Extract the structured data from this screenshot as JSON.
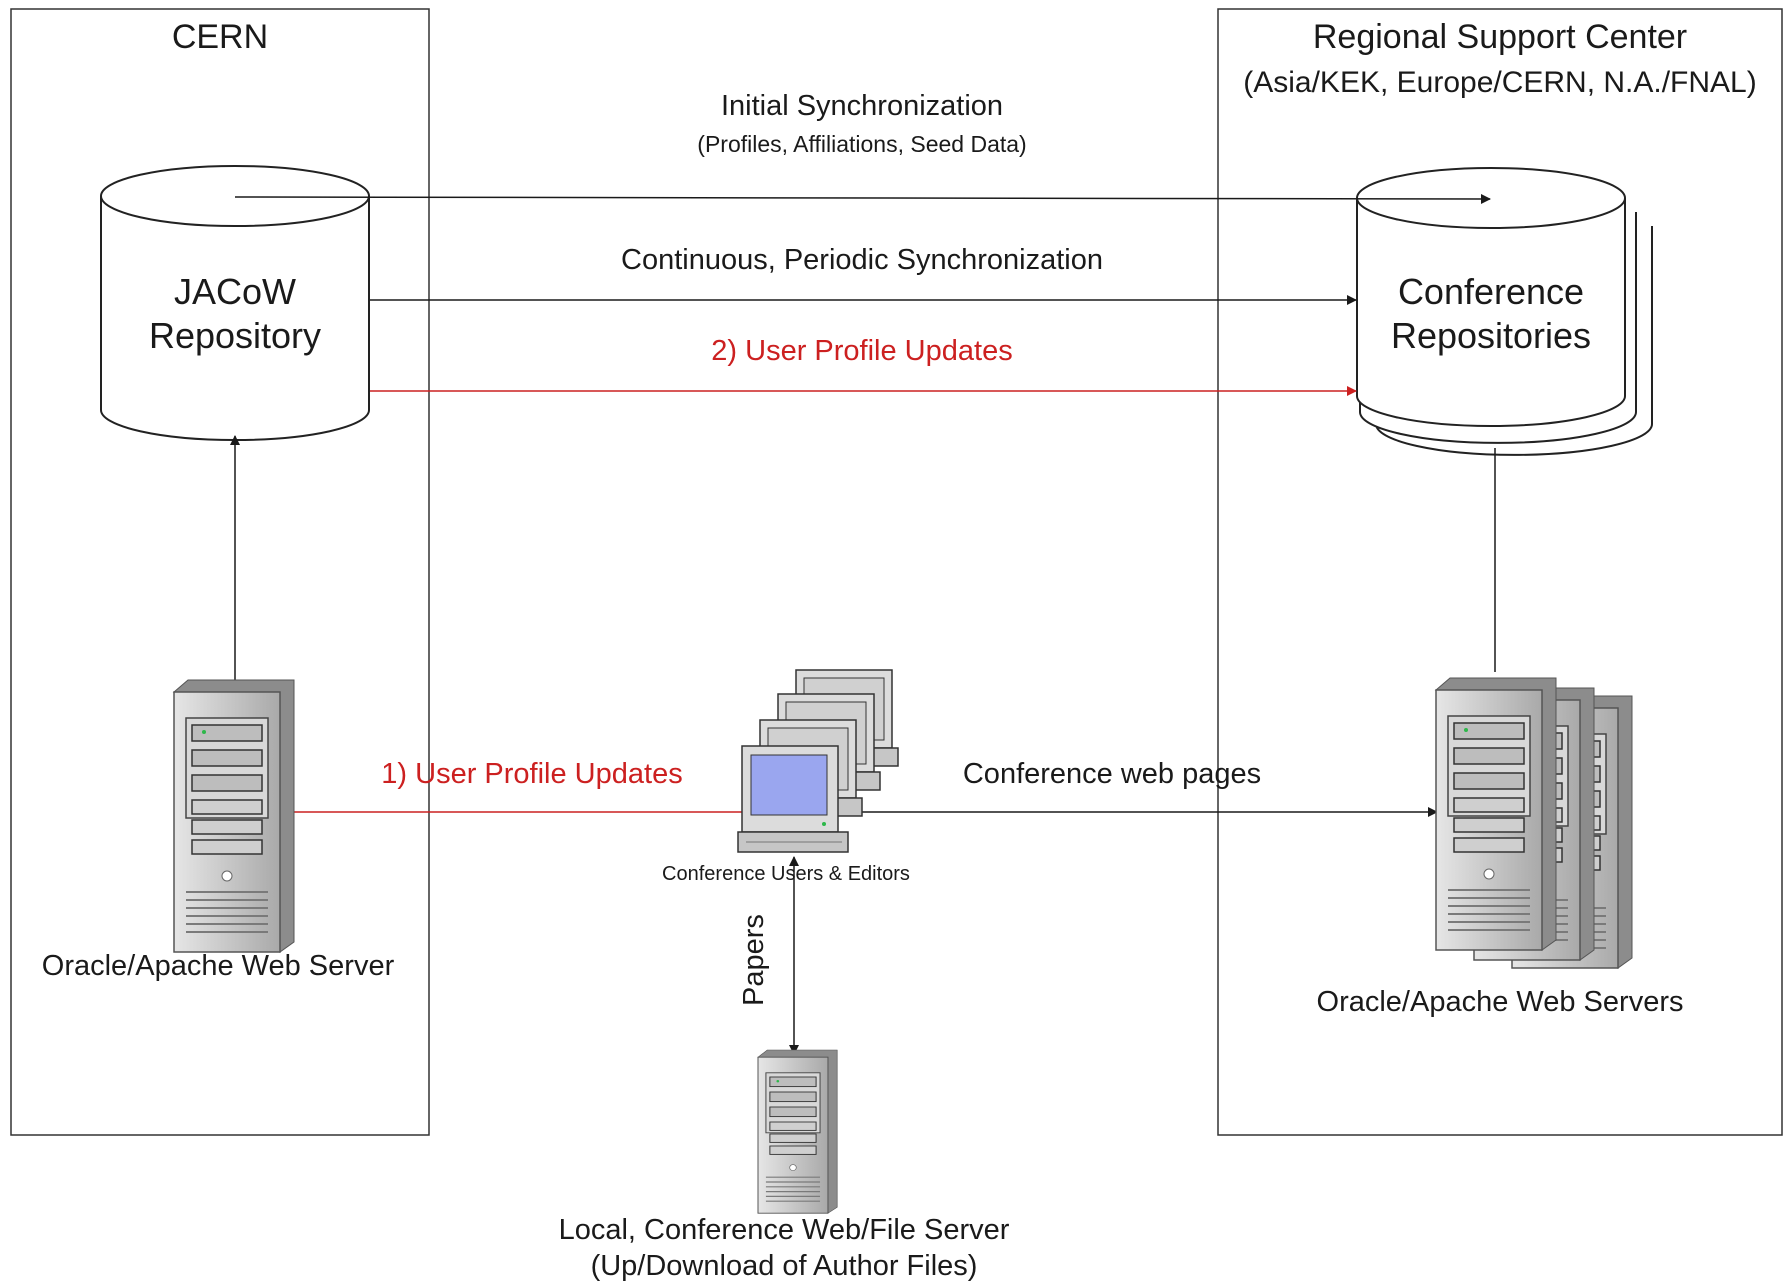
{
  "regions": {
    "cern": {
      "title": "CERN"
    },
    "regional": {
      "title": "Regional Support Center",
      "subtitle": "(Asia/KEK, Europe/CERN, N.A./FNAL)"
    }
  },
  "nodes": {
    "jacow_repo": {
      "line1": "JACoW",
      "line2": "Repository"
    },
    "conference_repos": {
      "line1": "Conference",
      "line2": "Repositories"
    },
    "cern_server": {
      "label": "Oracle/Apache Web Server"
    },
    "regional_servers": {
      "label": "Oracle/Apache Web Servers"
    },
    "users": {
      "label": "Conference Users & Editors"
    },
    "local_server": {
      "line1": "Local, Conference Web/File Server",
      "line2": "(Up/Download of Author Files)"
    }
  },
  "edges": {
    "initial_sync": {
      "label": "Initial Synchronization",
      "sublabel": "(Profiles, Affiliations, Seed Data)"
    },
    "periodic_sync": {
      "label": "Continuous, Periodic Synchronization"
    },
    "profile_updates_2": {
      "label": "2) User Profile Updates",
      "color": "#cc2020"
    },
    "profile_updates_1": {
      "label": "1) User Profile Updates",
      "color": "#cc2020"
    },
    "web_pages": {
      "label": "Conference web pages"
    },
    "papers": {
      "label": "Papers"
    }
  },
  "colors": {
    "line": "#1a1a1a",
    "accent_red": "#cc2020",
    "screen": "#9aa6ef",
    "server_body": "#c9c9c9"
  }
}
